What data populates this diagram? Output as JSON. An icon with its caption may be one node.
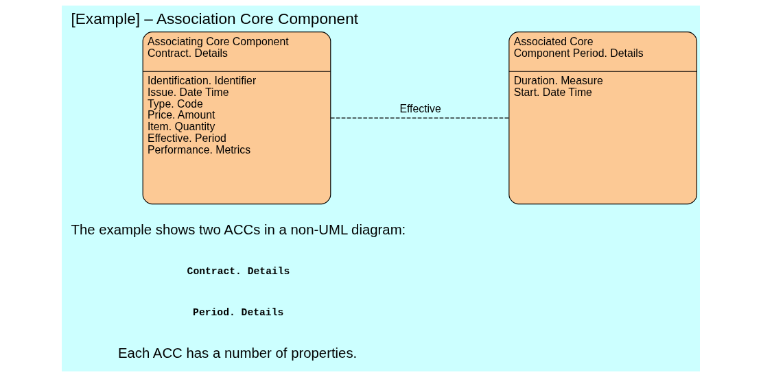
{
  "diagram": {
    "title": "[Example] – Association Core Component",
    "nodes": [
      {
        "text": [
          "Associating Core Component Contract. Details",
          "Identification. Identifier",
          "Issue. Date Time",
          "Type. Code",
          "Price. Amount",
          "Item. Quantity",
          "Effective. Period",
          "Performance. Metrics"
        ]
      },
      {
        "text": [
          "Associated Core Component Period. Details",
          "Duration. Measure",
          "Start. Date Time"
        ]
      }
    ],
    "edges": [
      {
        "from": 0,
        "to": 1,
        "arrow": "none",
        "label": "Effective",
        "style": "dashed"
      }
    ],
    "labels": [
      "The example shows two ACCs in a non-UML diagram:",
      "Contract. Details",
      "Period. Details",
      "Each ACC has a number of properties."
    ]
  }
}
